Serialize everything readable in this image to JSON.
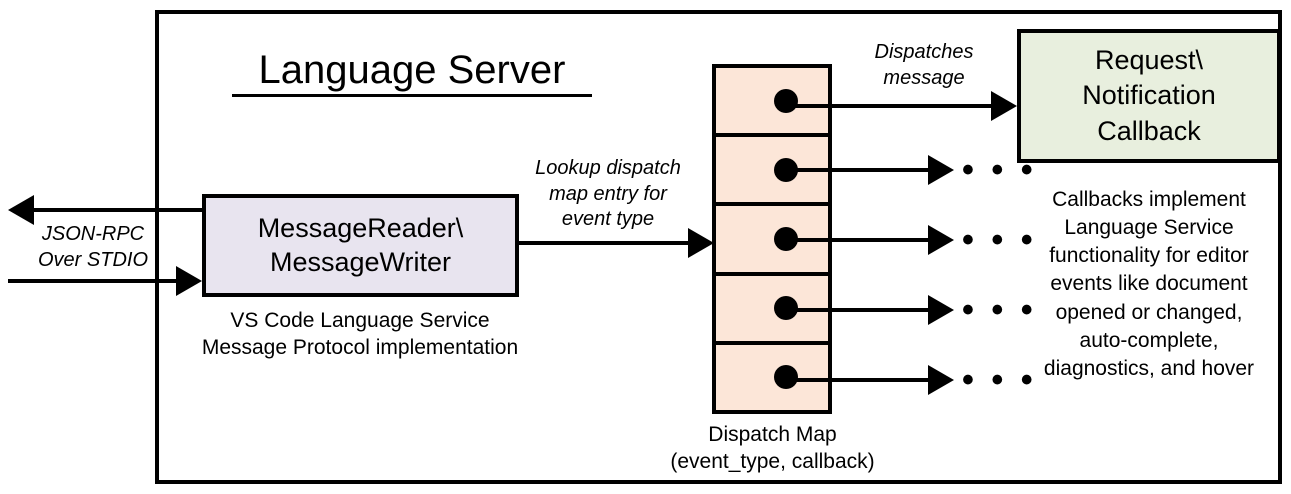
{
  "diagram": {
    "title": "Language Server",
    "nodes": {
      "message_reader": {
        "label": "MessageReader\\\nMessageWriter",
        "caption": "VS Code Language Service\nMessage Protocol implementation",
        "fill": "#E8E4EF"
      },
      "dispatch_map": {
        "caption": "Dispatch Map\n(event_type, callback)",
        "fill": "#FCE6D8",
        "row_count": 5,
        "rows": [
          {
            "dot": true
          },
          {
            "dot": true
          },
          {
            "dot": true
          },
          {
            "dot": true
          },
          {
            "dot": true
          }
        ]
      },
      "callback": {
        "label": "Request\\\nNotification\nCallback",
        "caption": "Callbacks implement\nLanguage Service\nfunctionality for editor\nevents like document\nopened or changed,\nauto-complete,\ndiagnostics, and hover",
        "fill": "#E8EFDE"
      }
    },
    "edges": {
      "external_io": "JSON-RPC\nOver STDIO",
      "lookup": "Lookup dispatch\nmap entry for\nevent type",
      "dispatches": "Dispatches\nmessage"
    },
    "ellipsis": "• • •",
    "ellipsis_rows": [
      "• • •",
      "• • •",
      "• • •",
      "• • •"
    ],
    "colors": {
      "stroke": "#000000",
      "background": "#FFFFFF",
      "reader_fill": "#E8E4EF",
      "map_fill": "#FCE6D8",
      "callback_fill": "#E8EFDE"
    }
  }
}
